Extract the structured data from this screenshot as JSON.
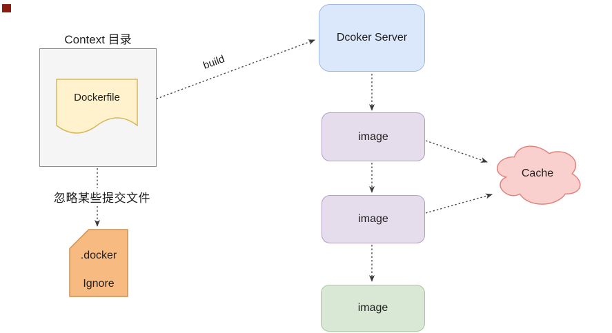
{
  "diagram": {
    "context_box": {
      "label": "Context 目录"
    },
    "dockerfile": {
      "label": "Dockerfile"
    },
    "docker_server": {
      "label": "Dcoker Server"
    },
    "image_nodes": [
      {
        "label": "image"
      },
      {
        "label": "image"
      },
      {
        "label": "image"
      }
    ],
    "cache": {
      "label": "Cache"
    },
    "dockerignore": {
      "line1": ".docker",
      "line2": "Ignore"
    },
    "edges": {
      "build": {
        "label": "build"
      },
      "ignore": {
        "label": "忽略某些提交文件"
      }
    },
    "colors": {
      "context_fill": "#f5f5f5",
      "context_stroke": "#8f8f8f",
      "dockerfile_fill": "#fff2cc",
      "dockerfile_stroke": "#d6b656",
      "server_fill": "#dbe8fb",
      "server_stroke": "#9cb7e4",
      "image_fill": "#e5dcec",
      "image_stroke": "#b49dc7",
      "final_image_fill": "#d9e8d4",
      "final_image_stroke": "#a6c99b",
      "cache_fill": "#f9d0cd",
      "cache_stroke": "#e0837d",
      "note_fill": "#f7ba81",
      "note_stroke": "#cc8f51",
      "edge_color": "#4a4a4a",
      "corner_marker": "#8a1c12"
    }
  }
}
